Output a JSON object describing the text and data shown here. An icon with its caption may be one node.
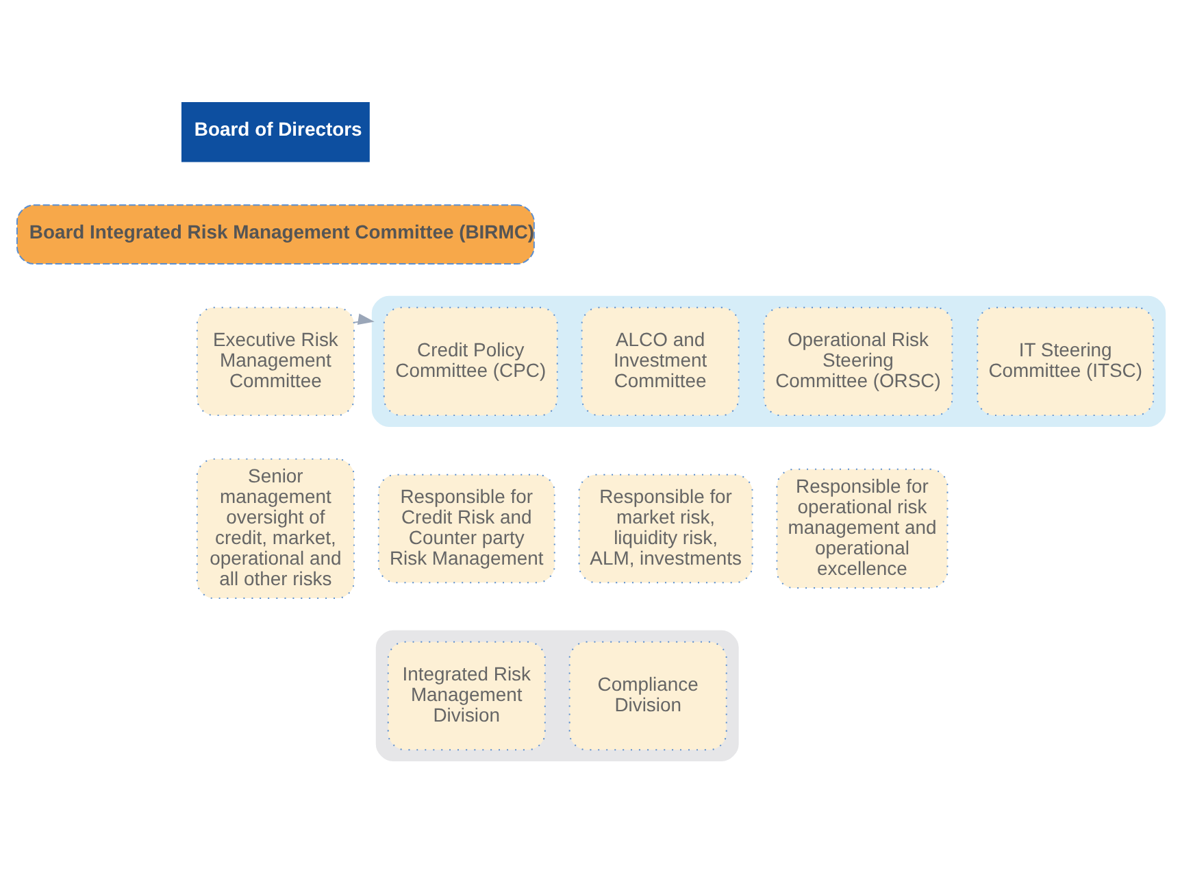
{
  "diagram": {
    "nodes": [
      {
        "text": [
          "Board of Directors"
        ]
      },
      {
        "text": [
          "Board Integrated Risk Management Committee (BIRMC)"
        ]
      },
      {
        "text": [
          "Executive Risk Management Committee"
        ]
      },
      {
        "text": [],
        "shape": "box"
      },
      {
        "text": [
          "Credit Policy Committee (CPC)"
        ],
        "in": 3
      },
      {
        "text": [
          "ALCO and Investment Committee"
        ],
        "in": 3
      },
      {
        "text": [
          "Operational Risk Steering Committee (ORSC)"
        ],
        "in": 3
      },
      {
        "text": [
          "IT Steering Committee (ITSC)"
        ],
        "in": 3
      },
      {
        "text": [
          "Senior management oversight of credit, market, operational and all other risks"
        ]
      },
      {
        "text": [
          "Responsible for Credit Risk and Counter party Risk Management"
        ]
      },
      {
        "text": [
          "Responsible for market risk, liquidity risk, ALM, investments"
        ]
      },
      {
        "text": [
          "Responsible for operational risk management and operational excellence"
        ]
      },
      {
        "text": [],
        "shape": "box"
      },
      {
        "text": [
          "Integrated Risk Management Division"
        ],
        "in": 12
      },
      {
        "text": [
          "Compliance Division"
        ],
        "in": 12
      }
    ],
    "edges": [
      {
        "from": 2,
        "to": 3,
        "arrow": "to",
        "style": "dashed"
      }
    ]
  }
}
